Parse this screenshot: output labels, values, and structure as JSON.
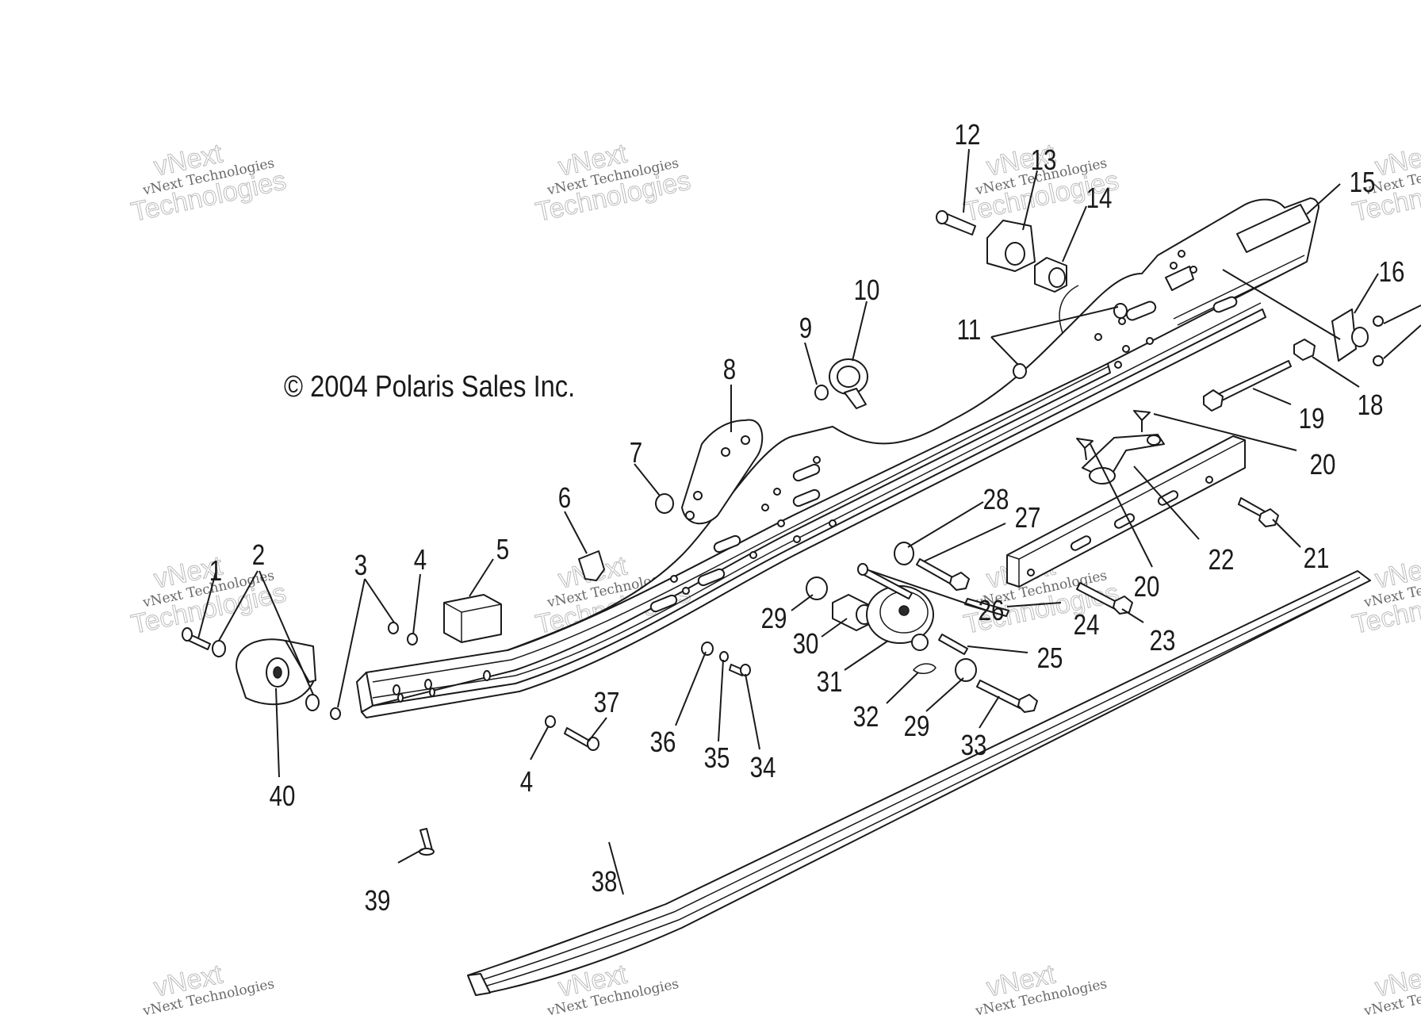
{
  "copyright": "© 2004 Polaris Sales Inc.",
  "watermark": {
    "line1": "vNext Technologies",
    "line2": "vNext",
    "line3": "Technologies"
  },
  "callouts": [
    "1",
    "2",
    "3",
    "4",
    "5",
    "6",
    "7",
    "8",
    "9",
    "10",
    "11",
    "12",
    "13",
    "14",
    "15",
    "16",
    "18",
    "19",
    "20",
    "20",
    "21",
    "22",
    "23",
    "24",
    "25",
    "26",
    "27",
    "28",
    "29",
    "29",
    "30",
    "31",
    "32",
    "33",
    "34",
    "35",
    "36",
    "37",
    "4",
    "38",
    "39",
    "40"
  ],
  "colors": {
    "ink": "#1a1a1a",
    "paper": "#ffffff"
  }
}
